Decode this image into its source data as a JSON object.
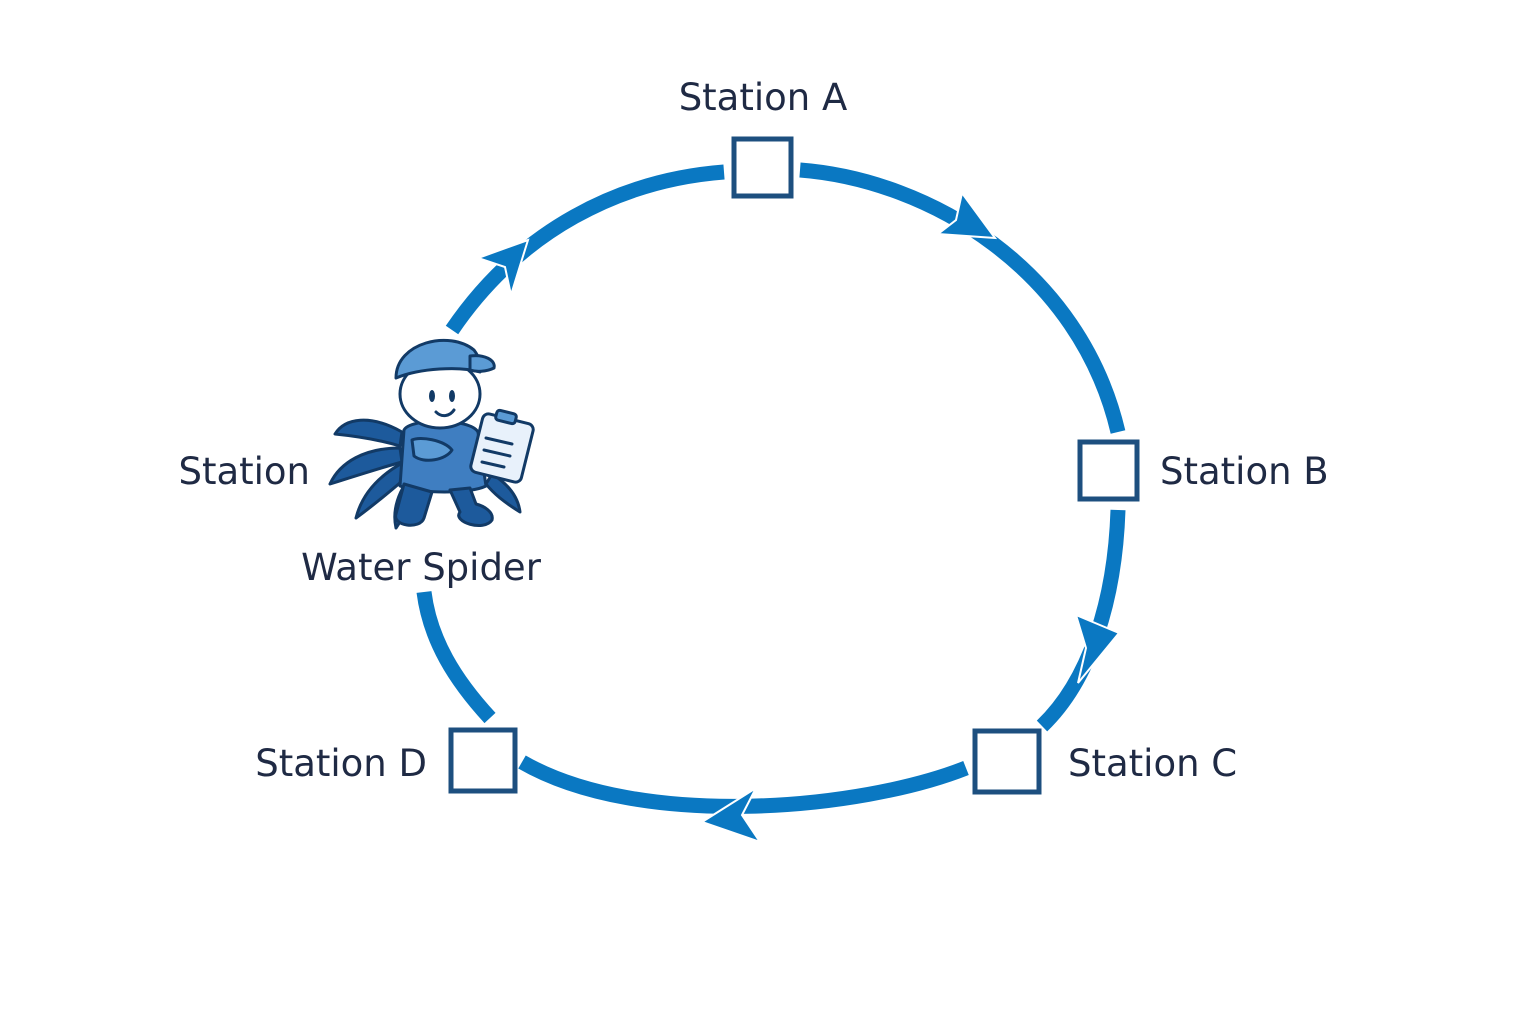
{
  "stations": {
    "a": {
      "label": "Station A"
    },
    "b": {
      "label": "Station B"
    },
    "c": {
      "label": "Station C"
    },
    "d": {
      "label": "Station D"
    },
    "current": {
      "label": "Station"
    }
  },
  "worker": {
    "label": "Water Spider",
    "icon": "water-spider-mascot-icon"
  },
  "colors": {
    "loop": "#0a78c2",
    "box": "#1d4f7f",
    "text": "#1f2a44",
    "mascot_light": "#5b9bd5",
    "mascot_dark": "#1d5a9c"
  }
}
